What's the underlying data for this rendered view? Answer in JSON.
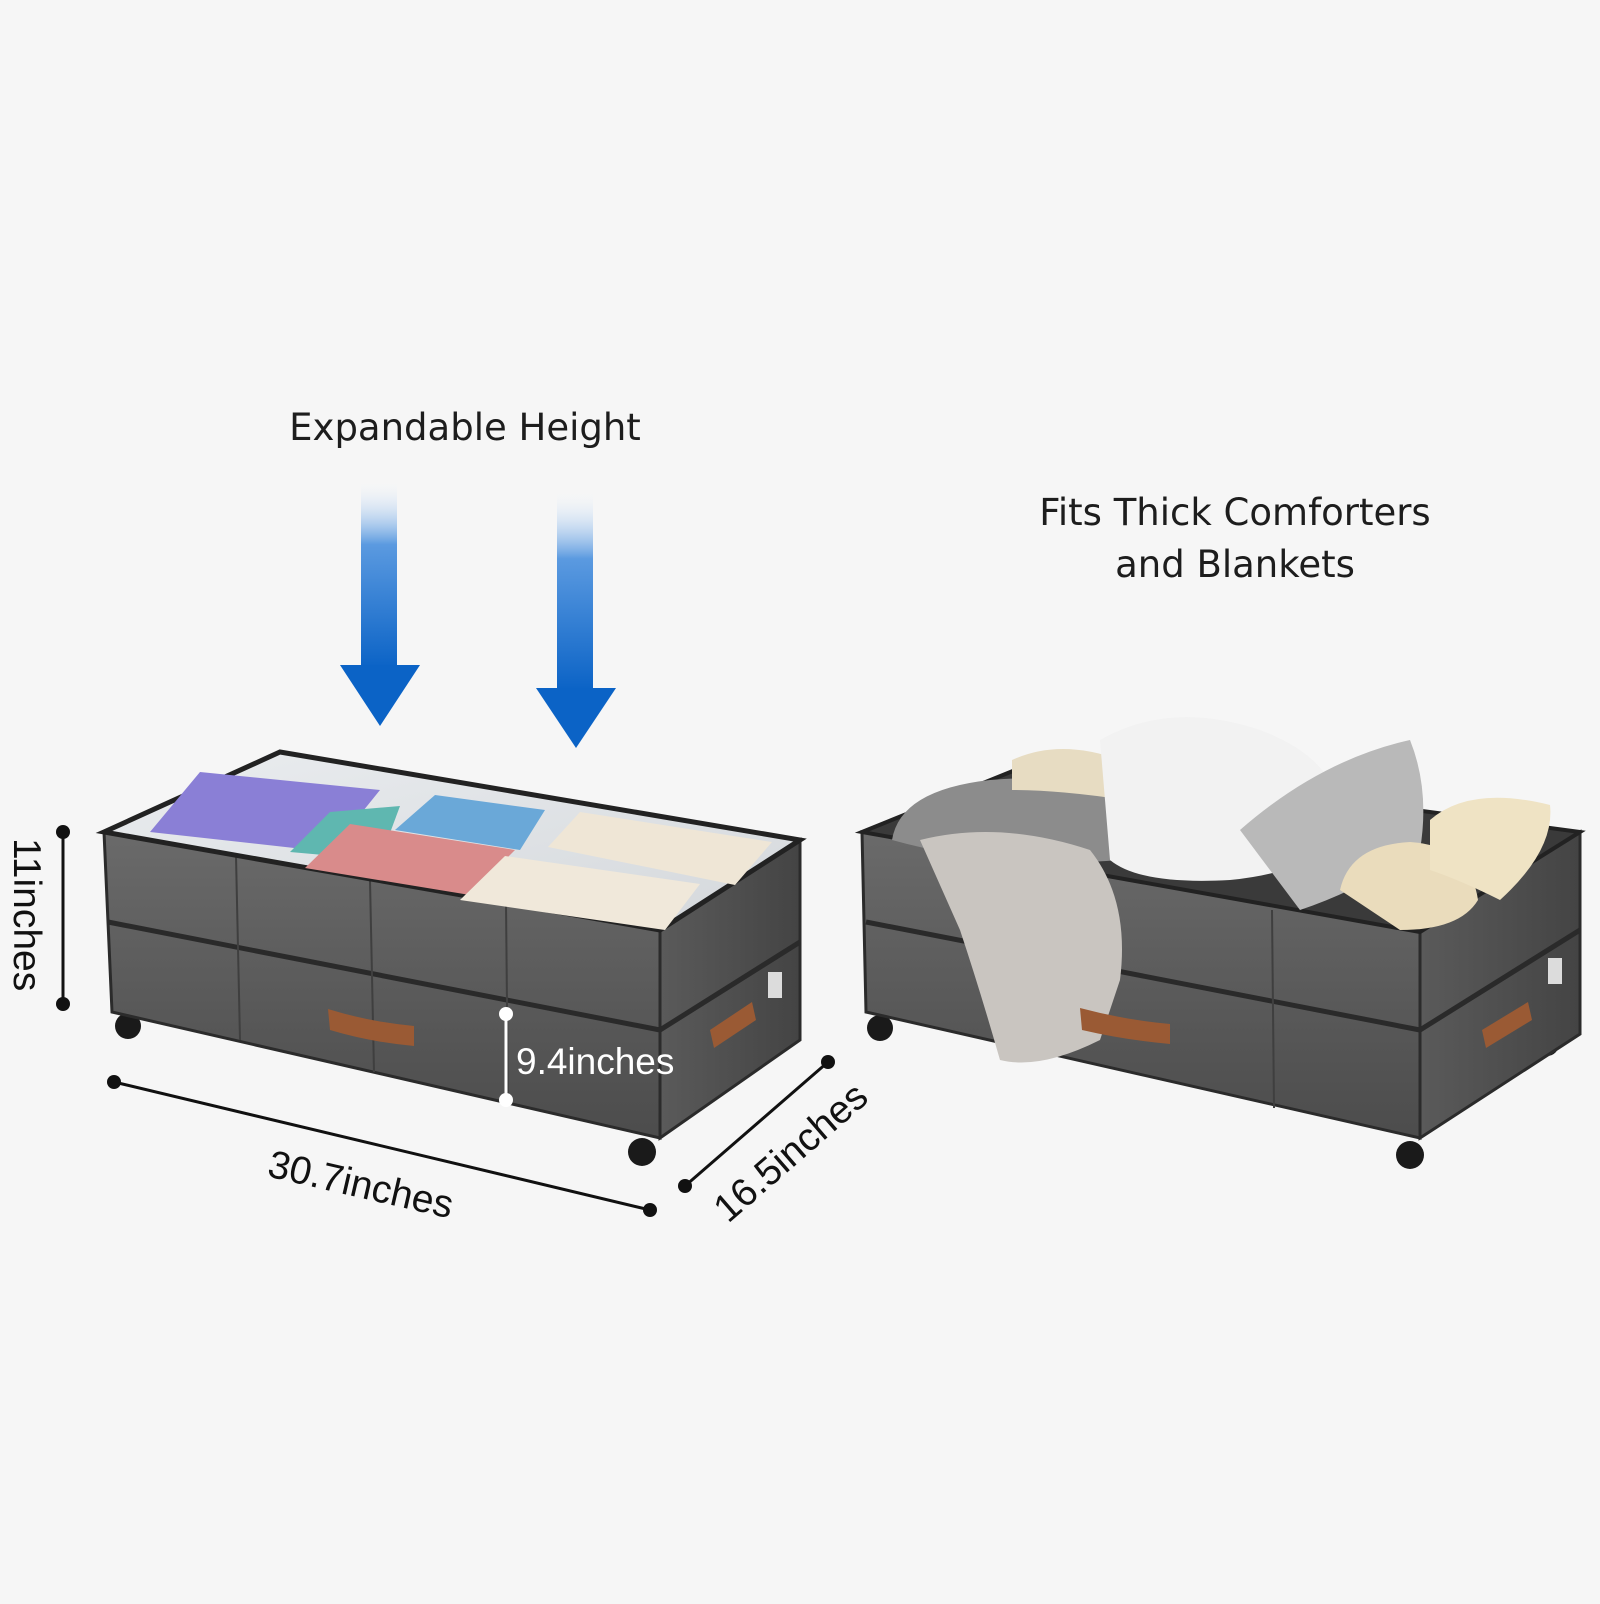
{
  "captions": {
    "expandable": "Expandable Height",
    "fits_line1": "Fits Thick Comforters",
    "fits_line2": "and Blankets"
  },
  "dimensions": {
    "height": "11inches",
    "inner_height": "9.4inches",
    "length": "30.7inches",
    "width": "16.5inches"
  },
  "colors": {
    "arrow_blue": "#0b63c6",
    "box_gray": "#5a5a5a",
    "handle_brown": "#9a5a34",
    "background": "#f6f6f6"
  },
  "icons": [
    "down-arrow-icon",
    "down-arrow-icon"
  ]
}
